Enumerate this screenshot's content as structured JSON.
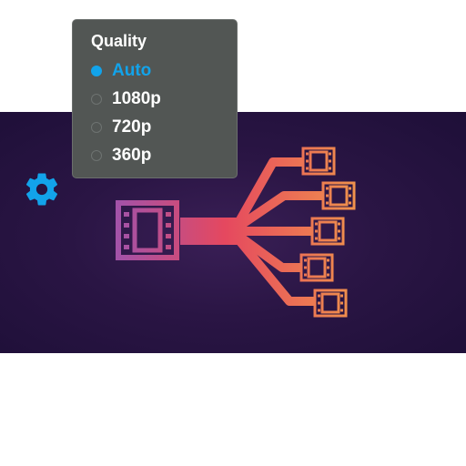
{
  "colors": {
    "accent": "#12a3ea",
    "menu_background": "#525654",
    "video_background": "#2a1544",
    "art_gradient_start": "#a352a8",
    "art_gradient_mid": "#e5485f",
    "art_gradient_end": "#f0924c"
  },
  "settings_button": {
    "icon": "gear-icon"
  },
  "quality_menu": {
    "title": "Quality",
    "selected": "Auto",
    "options": [
      {
        "label": "Auto",
        "selected": true
      },
      {
        "label": "1080p",
        "selected": false
      },
      {
        "label": "720p",
        "selected": false
      },
      {
        "label": "360p",
        "selected": false
      }
    ]
  },
  "artwork": {
    "icon": "film-branching-streams-illustration"
  }
}
